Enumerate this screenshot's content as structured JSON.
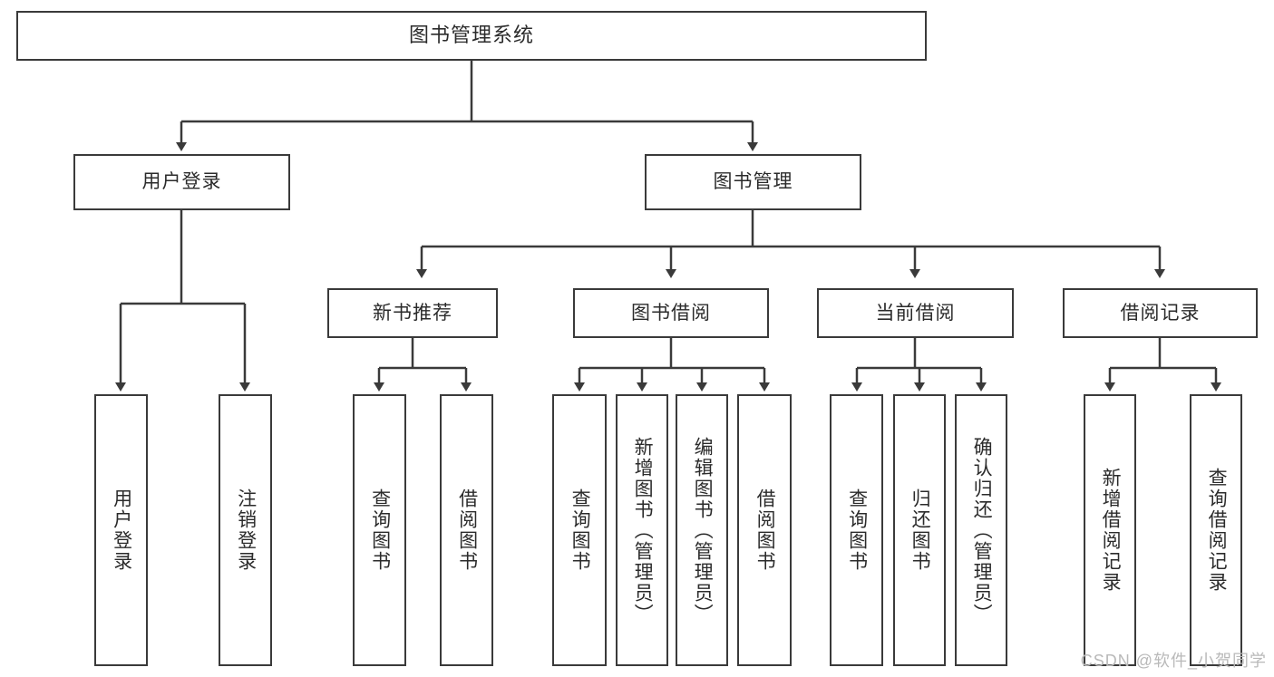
{
  "diagram": {
    "title": "图书管理系统",
    "type": "tree",
    "watermark": "CSDN @软件_小贺同学",
    "colors": {
      "border": "#3a3a3a",
      "text": "#2b2b2b",
      "background": "#ffffff",
      "watermark": "#b9b9b9"
    },
    "nodes": {
      "root": {
        "label": "图书管理系统"
      },
      "level2": [
        {
          "label": "用户登录"
        },
        {
          "label": "图书管理"
        }
      ],
      "level3": [
        {
          "label": "新书推荐"
        },
        {
          "label": "图书借阅"
        },
        {
          "label": "当前借阅"
        },
        {
          "label": "借阅记录"
        }
      ],
      "leaves_user_login": [
        {
          "label": "用户登录"
        },
        {
          "label": "注销登录"
        }
      ],
      "leaves_new_book": [
        {
          "label": "查询图书"
        },
        {
          "label": "借阅图书"
        }
      ],
      "leaves_borrow": [
        {
          "label": "查询图书"
        },
        {
          "label": "新增图书（管理员）"
        },
        {
          "label": "编辑图书（管理员）"
        },
        {
          "label": "借阅图书"
        }
      ],
      "leaves_current": [
        {
          "label": "查询图书"
        },
        {
          "label": "归还图书"
        },
        {
          "label": "确认归还（管理员）"
        }
      ],
      "leaves_records": [
        {
          "label": "新增借阅记录"
        },
        {
          "label": "查询借阅记录"
        }
      ]
    }
  }
}
